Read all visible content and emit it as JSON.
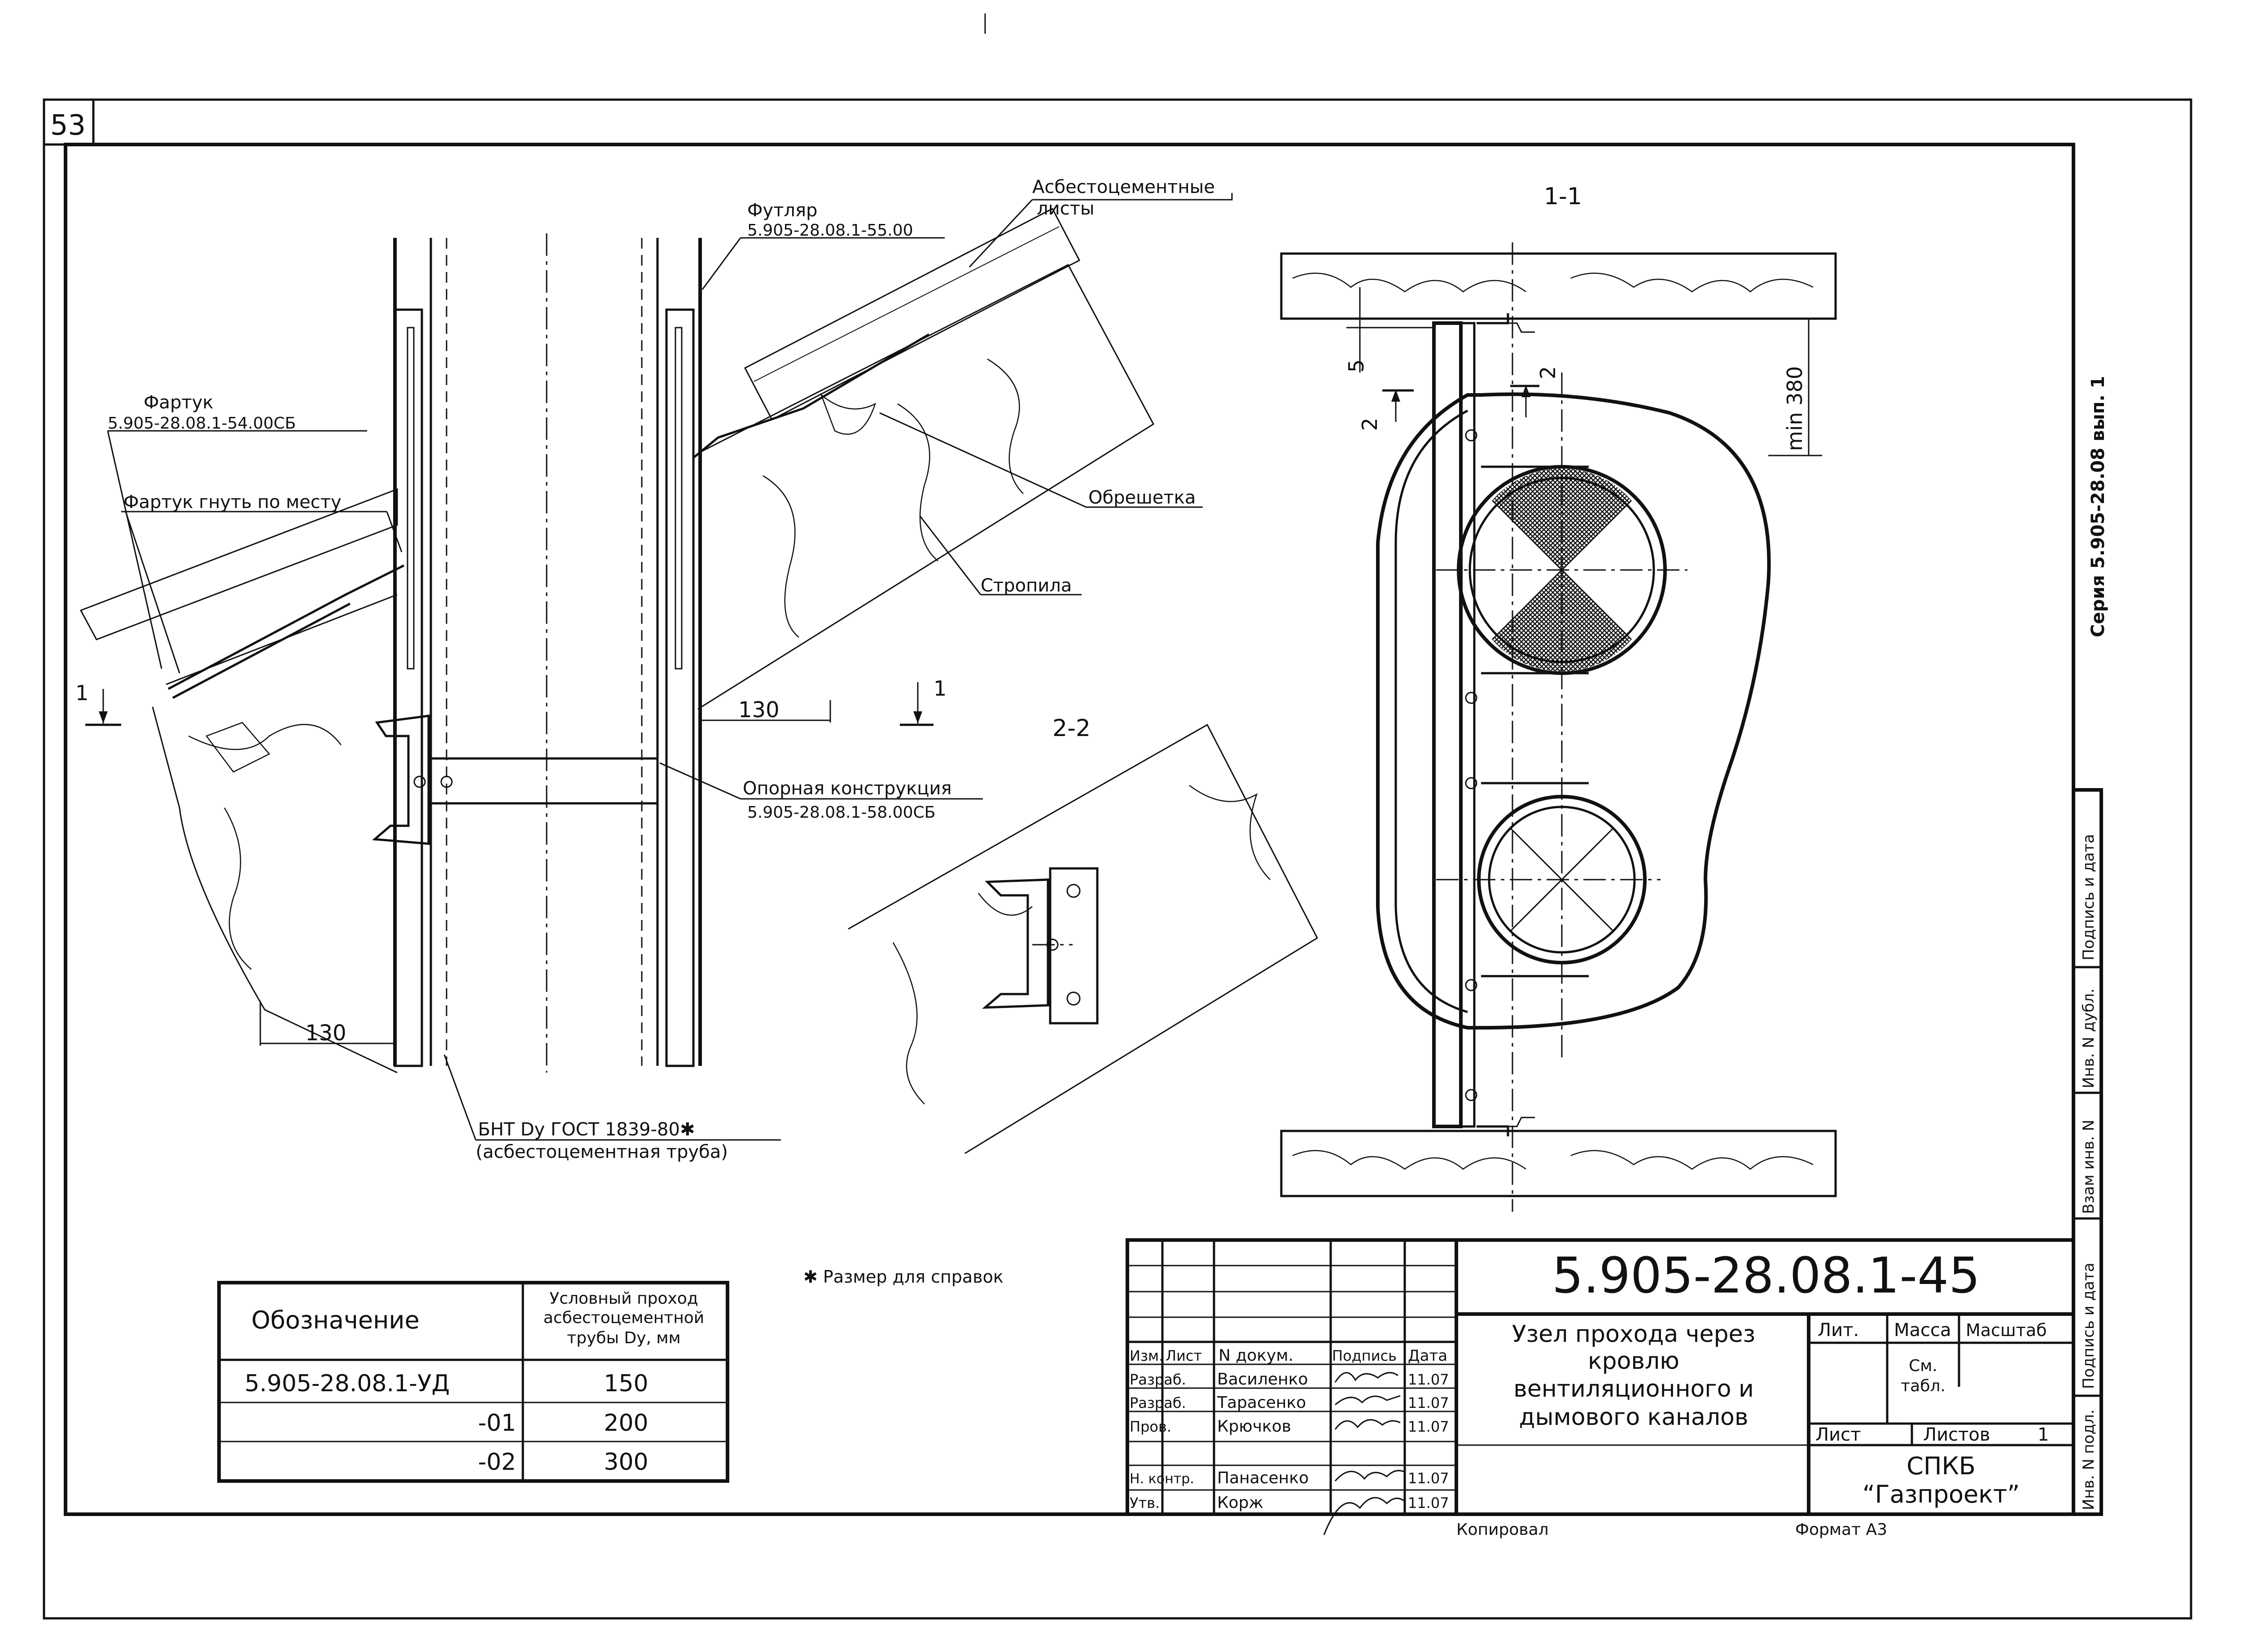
{
  "sheet": {
    "page_number": "53",
    "series": "Серия 5.905-28.08 вып. 1"
  },
  "labels": {
    "asbestos_sheets_1": "Асбестоцементные",
    "asbestos_sheets_2": "листы",
    "sleeve": "Футляр",
    "sleeve_code": "5.905-28.08.1-55.00",
    "apron": "Фартук",
    "apron_code": "5.905-28.08.1-54.00СБ",
    "apron_bend": "Фартук гнуть по месту",
    "lathing": "Обрешетка",
    "rafters": "Стропила",
    "support": "Опорная конструкция",
    "support_code": "5.905-28.08.1-58.00СБ",
    "pipe_1": "БНТ Dy ГОСТ 1839-80✱",
    "pipe_2": "(асбестоцементная труба)",
    "ref_note": "✱ Размер для справок"
  },
  "sections": {
    "s11": "1-1",
    "s22": "2-2",
    "cut1": "1",
    "cut2": "2"
  },
  "dims": {
    "d130_top": "130",
    "d130_bottom": "130",
    "d5": "5",
    "d380": "min 380"
  },
  "table": {
    "header_designation": "Обозначение",
    "header_bore_1": "Условный проход",
    "header_bore_2": "асбестоцементной",
    "header_bore_3": "трубы Dy, мм",
    "rows": [
      {
        "designation": "5.905-28.08.1-УД",
        "value": "150"
      },
      {
        "designation": "-01",
        "value": "200"
      },
      {
        "designation": "-02",
        "value": "300"
      }
    ]
  },
  "title_block": {
    "code": "5.905-28.08.1-45",
    "title_1": "Узел прохода через",
    "title_2": "кровлю",
    "title_3": "вентиляционного и",
    "title_4": "дымового каналов",
    "col_izm": "Изм.",
    "col_list": "Лист",
    "col_doc": "N докум.",
    "col_sign": "Подпись",
    "col_date": "Дата",
    "people": [
      {
        "role": "Разраб.",
        "name": "Василенко",
        "date": "11.07"
      },
      {
        "role": "Разраб.",
        "name": "Тарасенко",
        "date": "11.07"
      },
      {
        "role": "Пров.",
        "name": "Крючков",
        "date": "11.07"
      },
      {
        "role": "Н. контр.",
        "name": "Панасенко",
        "date": "11.07"
      },
      {
        "role": "Утв.",
        "name": "Корж",
        "date": "11.07"
      }
    ],
    "lit": "Лит.",
    "mass": "Масса",
    "scale": "Масштаб",
    "see_1": "См.",
    "see_2": "табл.",
    "sheet": "Лист",
    "sheets": "Листов",
    "sheets_count": "1",
    "org_1": "СПКБ",
    "org_2": "“Газпроект”",
    "copied": "Копировал",
    "format": "Формат А3"
  },
  "side_stamp": {
    "f1": "Подпись и дата",
    "f2": "Инв. N дубл.",
    "f3": "Взам инв. N",
    "f4": "Подпись и дата",
    "f5": "Инв. N подл."
  }
}
